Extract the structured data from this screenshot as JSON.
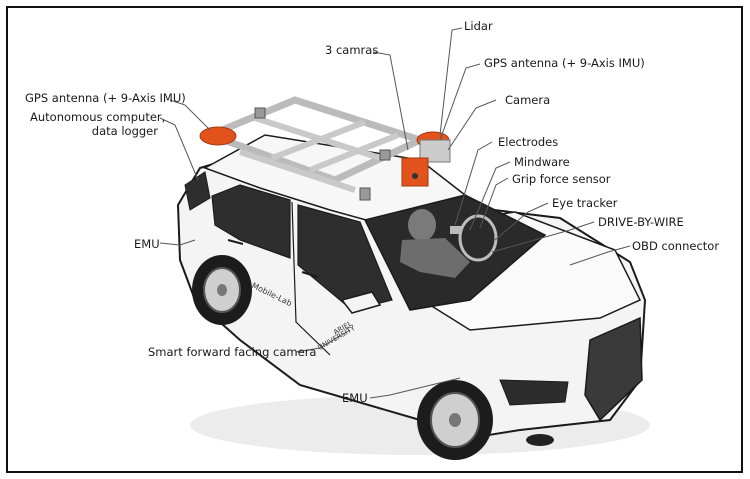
{
  "labels": {
    "lidar": "Lidar",
    "three_cameras": "3 camras",
    "gps_right": "GPS antenna (+ 9-Axis IMU)",
    "gps_left": "GPS antenna (+ 9-Axis IMU)",
    "camera": "Camera",
    "autonomous_computer_1": "Autonomous computer,",
    "autonomous_computer_2": "data logger",
    "electrodes": "Electrodes",
    "mindware": "Mindware",
    "grip_force": "Grip force sensor",
    "eye_tracker": "Eye tracker",
    "drive_by_wire": "DRIVE-BY-WIRE",
    "obd": "OBD connector",
    "emu_top": "EMU",
    "emu_bottom": "EMU",
    "smart_camera": "Smart forward facing camera"
  },
  "car_text": {
    "lab_logo": "Mobile-Lab",
    "university_1": "ARIEL",
    "university_2": "UNIVERSITY"
  },
  "colors": {
    "body": "#f4f4f4",
    "outline": "#1b1b1b",
    "glass": "#2a2a2a",
    "sensor_orange": "#e2531c",
    "rack": "#c9c9c9"
  }
}
